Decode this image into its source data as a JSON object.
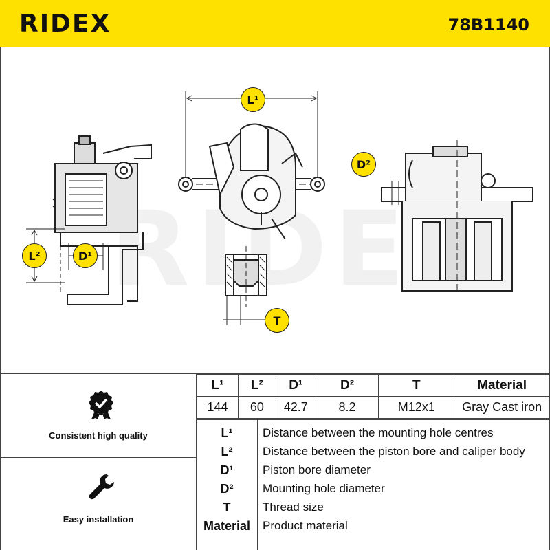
{
  "header": {
    "brand": "RIDEX",
    "part_number": "78B1140",
    "background_color": "#ffe100"
  },
  "drawing": {
    "labels": {
      "l1": "L¹",
      "l2": "L²",
      "d1": "D¹",
      "d2": "D²",
      "t": "T"
    }
  },
  "features": [
    {
      "icon": "badge-check-icon",
      "label": "Consistent high quality"
    },
    {
      "icon": "wrench-icon",
      "label": "Easy installation"
    }
  ],
  "specs": {
    "headers": [
      "L¹",
      "L²",
      "D¹",
      "D²",
      "T",
      "Material"
    ],
    "values": [
      "144",
      "60",
      "42.7",
      "8.2",
      "M12x1",
      "Gray Cast iron"
    ]
  },
  "legend": [
    {
      "key": "L¹",
      "desc": "Distance between the mounting hole centres"
    },
    {
      "key": "L²",
      "desc": "Distance between the piston bore and caliper body"
    },
    {
      "key": "D¹",
      "desc": "Piston bore diameter"
    },
    {
      "key": "D²",
      "desc": "Mounting hole diameter"
    },
    {
      "key": "T",
      "desc": "Thread size"
    },
    {
      "key": "Material",
      "desc": "Product material"
    }
  ]
}
